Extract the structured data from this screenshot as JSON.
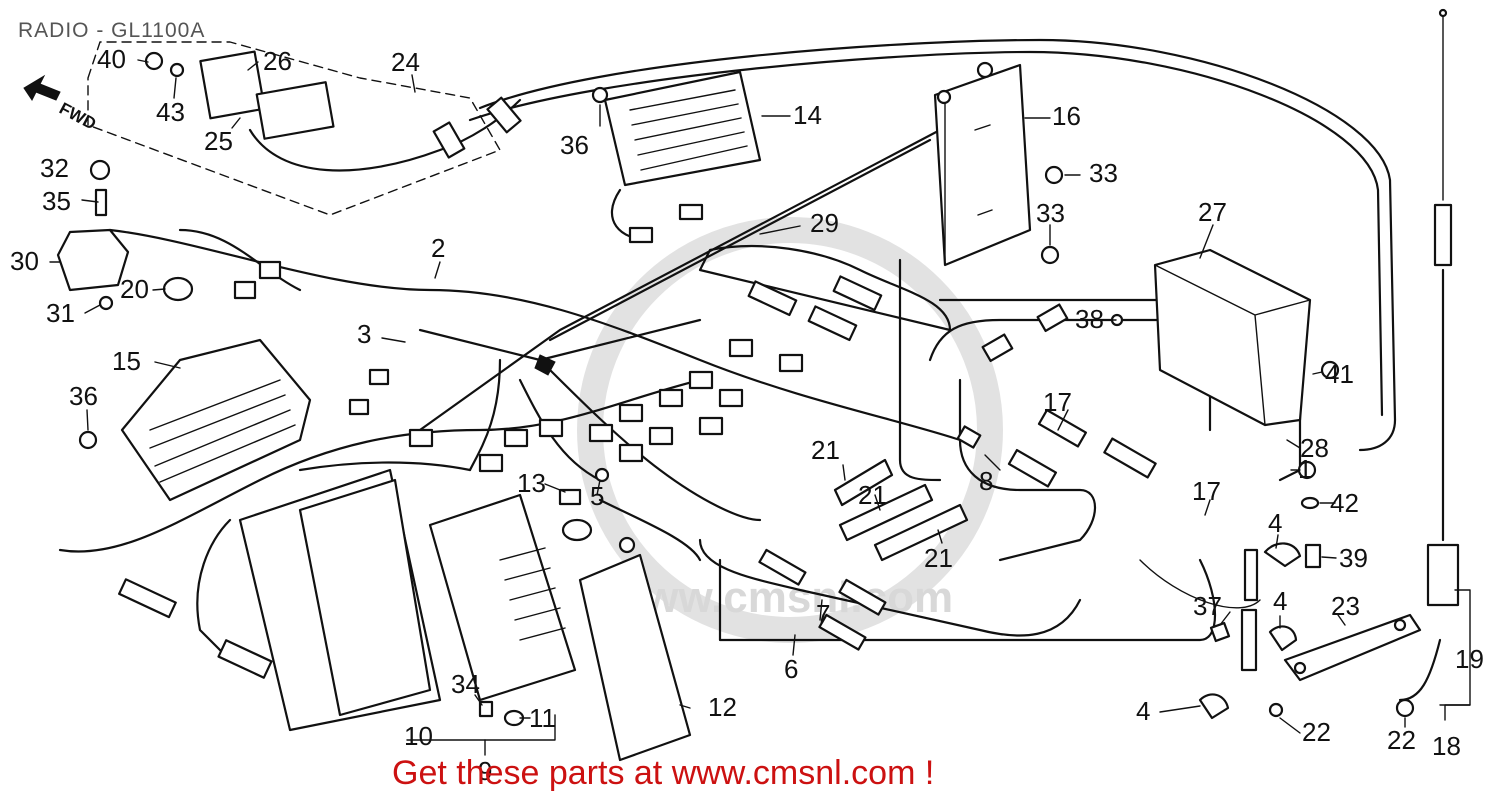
{
  "title": "RADIO - GL1100A",
  "forward_label": "FWD",
  "watermark": "www.cmsnl.com",
  "footer": "Get these parts at www.cmsnl.com !",
  "colors": {
    "ink": "#111111",
    "footer": "#cc1111",
    "watermark": "#d8d8d8",
    "title": "#555555"
  },
  "part_callouts": [
    "1",
    "2",
    "3",
    "4",
    "4",
    "4",
    "5",
    "6",
    "7",
    "8",
    "9",
    "10",
    "11",
    "12",
    "13",
    "14",
    "15",
    "16",
    "17",
    "17",
    "18",
    "19",
    "20",
    "21",
    "21",
    "21",
    "22",
    "22",
    "23",
    "24",
    "25",
    "26",
    "27",
    "28",
    "29",
    "30",
    "31",
    "32",
    "33",
    "33",
    "34",
    "35",
    "36",
    "36",
    "37",
    "38",
    "39",
    "40",
    "41",
    "42",
    "43"
  ]
}
